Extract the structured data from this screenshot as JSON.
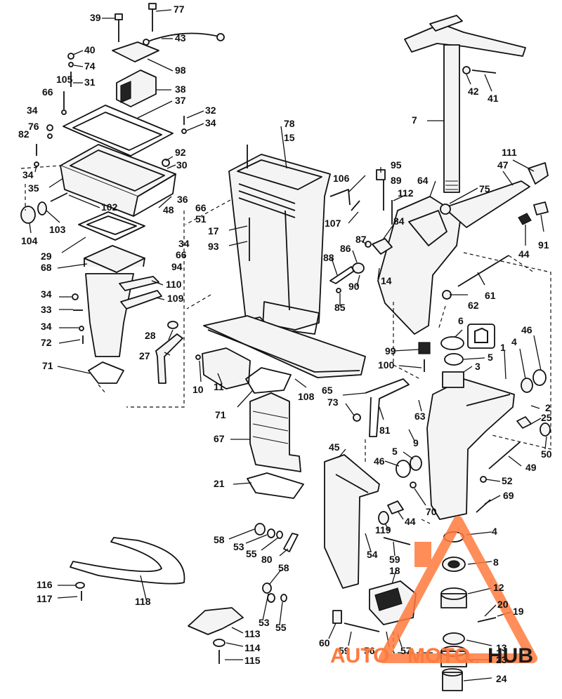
{
  "diagram": {
    "callouts": [
      "39",
      "77",
      "43",
      "40",
      "74",
      "98",
      "105",
      "31",
      "38",
      "66",
      "37",
      "32",
      "34",
      "76",
      "34",
      "82",
      "92",
      "30",
      "34",
      "35",
      "102",
      "36",
      "66",
      "51",
      "48",
      "104",
      "103",
      "29",
      "34",
      "66",
      "68",
      "94",
      "110",
      "34",
      "33",
      "109",
      "34",
      "72",
      "28",
      "27",
      "71",
      "78",
      "15",
      "106",
      "95",
      "89",
      "64",
      "111",
      "47",
      "75",
      "44",
      "91",
      "112",
      "84",
      "87",
      "86",
      "88",
      "90",
      "14",
      "85",
      "17",
      "93",
      "107",
      "61",
      "62",
      "7",
      "42",
      "41",
      "6",
      "46",
      "99",
      "1",
      "4",
      "5",
      "100",
      "3",
      "10",
      "11",
      "108",
      "71",
      "65",
      "73",
      "81",
      "63",
      "2",
      "25",
      "9",
      "67",
      "50",
      "49",
      "46",
      "5",
      "52",
      "45",
      "21",
      "70",
      "44",
      "119",
      "69",
      "58",
      "53",
      "55",
      "80",
      "54",
      "59",
      "18",
      "4",
      "8",
      "12",
      "20",
      "19",
      "116",
      "117",
      "118",
      "58",
      "53",
      "55",
      "113",
      "114",
      "115",
      "60",
      "59",
      "56",
      "57",
      "13",
      "23",
      "24"
    ],
    "watermark": {
      "text_a": "AUTO",
      "text_b": "MOTO",
      "text_c": "HUB",
      "color_accent": "#ff7a3d",
      "color_dark": "#1a1a1a"
    }
  }
}
